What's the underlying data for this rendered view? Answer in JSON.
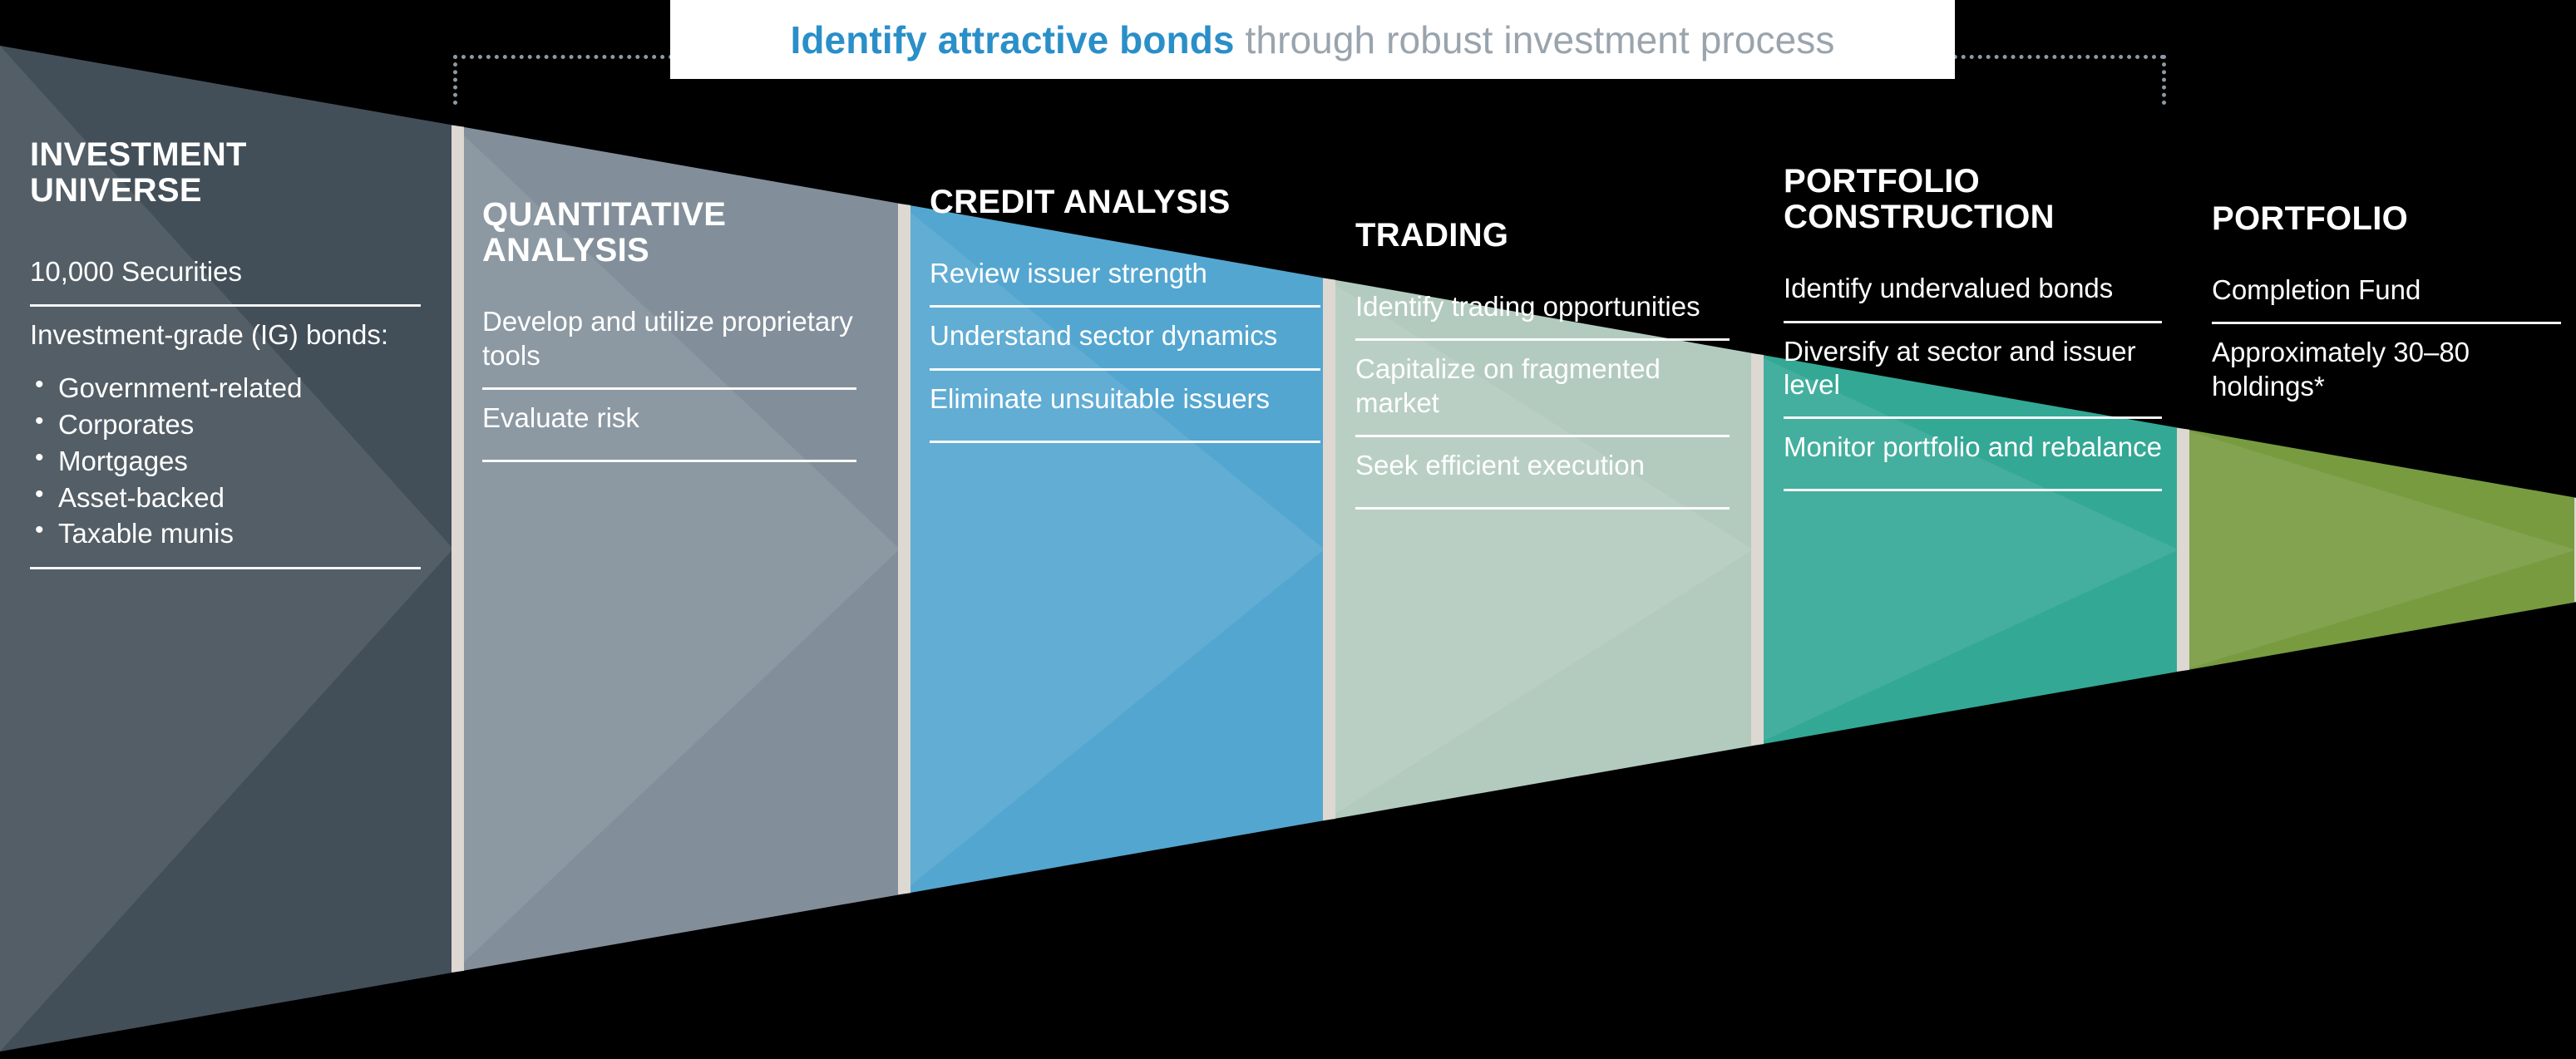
{
  "header": {
    "title_strong": "Identify attractive bonds",
    "title_rest": " through robust investment process",
    "accent_color": "#2a8fc8",
    "muted_color": "#9aa4ad"
  },
  "funnel": {
    "separator_color": "#ddd8d1",
    "background_color": "#000000",
    "stages": [
      {
        "id": "investment-universe",
        "heading": "INVESTMENT UNIVERSE",
        "color": "#434f58",
        "items": [
          {
            "text": "10,000 Securities"
          },
          {
            "text": "Investment-grade  (IG) bonds:",
            "bullets": [
              "Government-related",
              "Corporates",
              "Mortgages",
              "Asset-backed",
              "Taxable munis"
            ]
          }
        ]
      },
      {
        "id": "quantitative-analysis",
        "heading": "QUANTITATIVE ANALYSIS",
        "color": "#828f9a",
        "items": [
          {
            "text": "Develop and utilize proprietary tools"
          },
          {
            "text": "Evaluate risk"
          }
        ]
      },
      {
        "id": "credit-analysis",
        "heading": "CREDIT ANALYSIS",
        "color": "#53a6d0",
        "items": [
          {
            "text": "Review issuer strength"
          },
          {
            "text": "Understand sector dynamics"
          },
          {
            "text": "Eliminate unsuitable issuers"
          }
        ]
      },
      {
        "id": "trading",
        "heading": "TRADING",
        "color": "#b3cbbf",
        "items": [
          {
            "text": "Identify trading opportunities"
          },
          {
            "text": "Capitalize on fragmented market"
          },
          {
            "text": "Seek efficient execution"
          }
        ]
      },
      {
        "id": "portfolio-construction",
        "heading": "PORTFOLIO CONSTRUCTION",
        "color": "#33a895",
        "items": [
          {
            "text": "Identify undervalued bonds"
          },
          {
            "text": "Diversify at sector and issuer level"
          },
          {
            "text": "Monitor portfolio and rebalance"
          }
        ]
      },
      {
        "id": "portfolio",
        "heading": "PORTFOLIO",
        "color": "#789b40",
        "items": [
          {
            "text": "Completion Fund"
          },
          {
            "text": "Approximately 30–80 holdings*"
          }
        ]
      }
    ]
  }
}
